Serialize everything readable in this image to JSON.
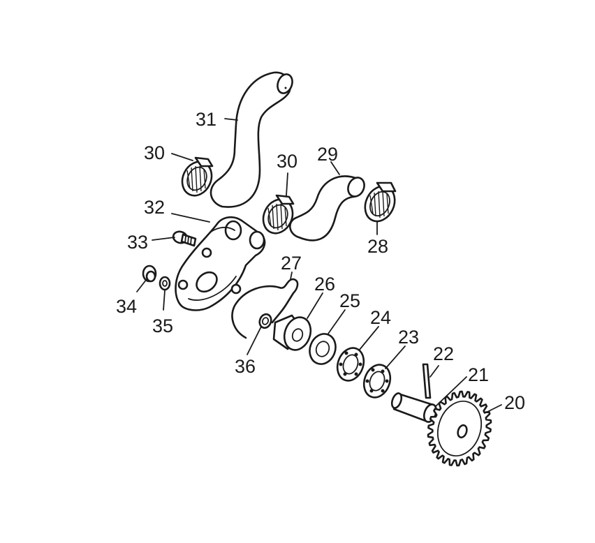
{
  "labels": {
    "p20": "20",
    "p21": "21",
    "p22": "22",
    "p23": "23",
    "p24": "24",
    "p25": "25",
    "p26": "26",
    "p27": "27",
    "p28": "28",
    "p29": "29",
    "p30a": "30",
    "p30b": "30",
    "p31": "31",
    "p32": "32",
    "p33": "33",
    "p34": "34",
    "p35": "35",
    "p36": "36"
  }
}
